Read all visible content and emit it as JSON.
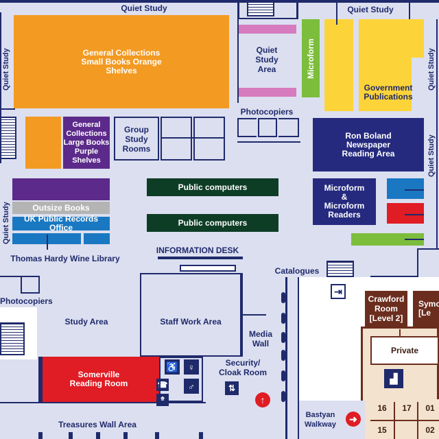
{
  "labels": {
    "quiet_study_top_left": "Quiet Study",
    "quiet_study_top_right": "Quiet Study",
    "quiet_study_left_upper": "Quiet Study",
    "quiet_study_left_lower": "Quiet Study",
    "quiet_study_right_upper": "Quiet Study",
    "quiet_study_right_lower": "Quiet Study",
    "general_collections_orange": "General Collections\nSmall Books Orange\nShelves",
    "general_collections_purple": "General\nCollections\nLarge Books\nPurple\nShelves",
    "quiet_study_area": "Quiet\nStudy\nArea",
    "microform": "Microform",
    "government_publications": "Government\nPublications",
    "photocopiers_top": "Photocopiers",
    "group_study_rooms": "Group\nStudy\nRooms",
    "ron_boland": "Ron Boland\nNewspaper\nReading Area",
    "outsize_books": "Outsize Books",
    "uk_public_records": "UK Public Records Office",
    "public_computers_1": "Public computers",
    "public_computers_2": "Public computers",
    "microform_readers": "Microform\n&\nMicroform\nReaders",
    "thomas_hardy": "Thomas Hardy Wine Library",
    "information_desk": "INFORMATION DESK",
    "catalogues": "Catalogues",
    "photocopiers_left": "Photocopiers",
    "study_area": "Study Area",
    "staff_work_area": "Staff Work Area",
    "media_wall": "Media\nWall",
    "somerville": "Somerville\nReading Room",
    "security_cloak": "Security/\nCloak Room",
    "treasures_wall": "Treasures Wall Area",
    "bastyan_walkway": "Bastyan\nWalkway",
    "crawford_room": "Crawford\nRoom\n[Level 2]",
    "symons_room": "Symo\n[Le",
    "private": "Private",
    "room_16": "16",
    "room_17": "17",
    "room_01": "01",
    "room_02": "02",
    "room_15": "15"
  },
  "colors": {
    "background": "#dcdff0",
    "wall": "#1f2a6b",
    "orange": "#f39a22",
    "purple": "#5c2a8a",
    "green_light": "#7cbd3c",
    "yellow": "#fcd43a",
    "pink": "#d67bbd",
    "navy": "#252a7f",
    "dark_green": "#0e3d26",
    "blue": "#1a78c2",
    "gray": "#b4b4b4",
    "red": "#e01c24",
    "brown": "#6b2d1e",
    "cream": "#f3e2ce"
  },
  "icons": {
    "accessible": "accessible-toilet-icon",
    "female": "female-toilet-icon",
    "male": "male-toilet-icon",
    "phone": "phone-icon",
    "exit": "emergency-exit-icon",
    "lift": "lift-icon",
    "up_arrow": "up-arrow-icon",
    "right_arrow": "right-arrow-icon",
    "stairs": "stairs-icon"
  }
}
